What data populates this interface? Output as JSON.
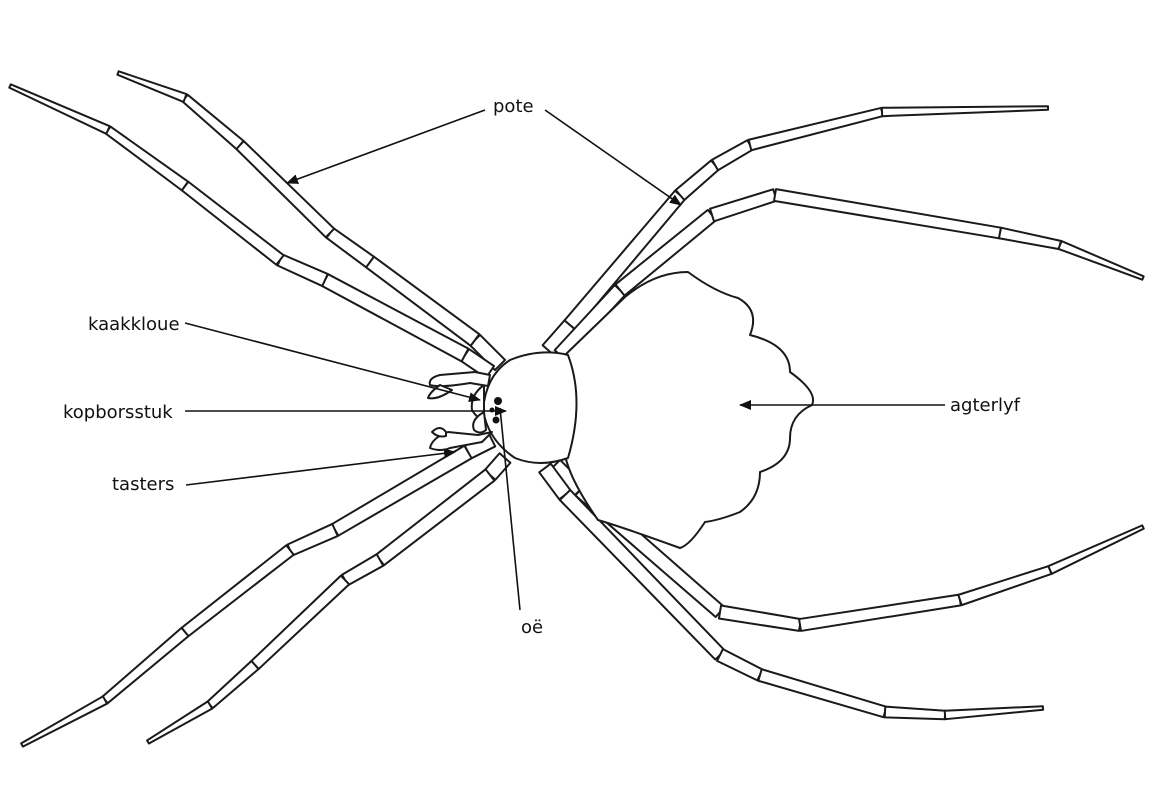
{
  "diagram": {
    "labels": {
      "legs": "pote",
      "chelicerae": "kaakkloue",
      "cephalothorax": "kopborsstuk",
      "pedipalps": "tasters",
      "eyes": "oë",
      "abdomen": "agterlyf"
    }
  },
  "colors": {
    "line": "#1a1a1a",
    "background": "#ffffff"
  }
}
